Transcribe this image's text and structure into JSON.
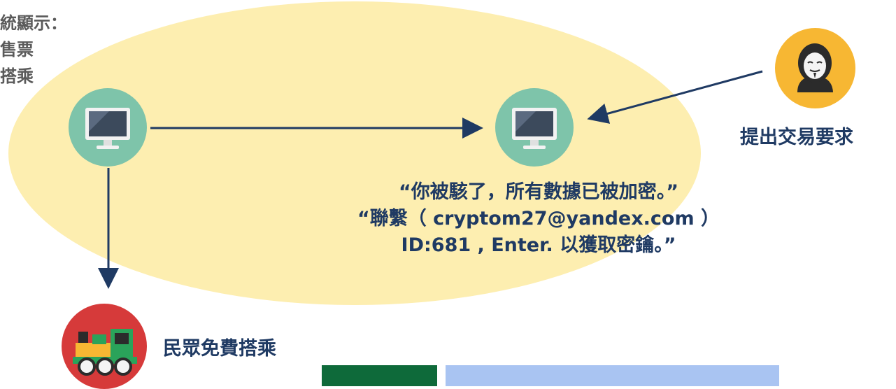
{
  "system_display": {
    "line1": "統顯示：",
    "line2": "售票",
    "line3": "搭乘"
  },
  "ransom_message": {
    "line1": "“你被駭了，所有數據已被加密。”",
    "line2": "“聯繫（ cryptom27@yandex.com ）",
    "line3": "ID:681 , Enter. 以獲取密鑰。”"
  },
  "hacker_label": "提出交易要求",
  "train_label": "民眾免費搭乘",
  "colors": {
    "ellipse": "#fdeeb0",
    "text_dark": "#1f3a63",
    "text_gray": "#5a5a5a",
    "pc_circle": "#7ec4aa",
    "hacker_circle": "#f7b733",
    "train_circle": "#d63a3a",
    "bar_green": "#0e6a3a",
    "bar_blue": "#a9c4f2"
  },
  "icons": {
    "pc1": "monitor-icon",
    "pc2": "monitor-icon",
    "hacker": "hacker-mask-icon",
    "train": "train-icon"
  }
}
